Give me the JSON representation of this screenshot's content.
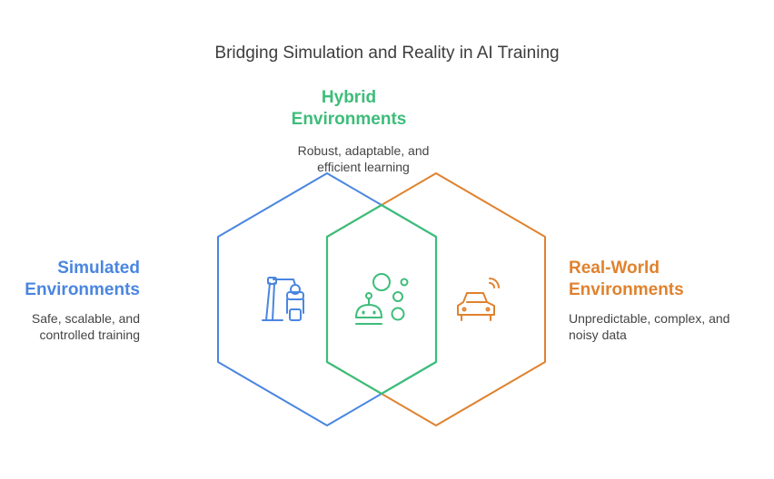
{
  "title": "Bridging Simulation and Reality in AI Training",
  "colors": {
    "simulated": "#4a86e0",
    "hybrid": "#3dbd7a",
    "real": "#e0822e"
  },
  "hybrid": {
    "heading_line1": "Hybrid",
    "heading_line2": "Environments",
    "desc_line1": "Robust, adaptable, and",
    "desc_line2": "efficient learning",
    "icon": "robot-bubbles-icon"
  },
  "simulated": {
    "heading_line1": "Simulated",
    "heading_line2": "Environments",
    "desc_line1": "Safe, scalable, and",
    "desc_line2": "controlled training",
    "icon": "robotic-arm-icon"
  },
  "real": {
    "heading_line1": "Real-World",
    "heading_line2": "Environments",
    "desc_line1": "Unpredictable, complex, and",
    "desc_line2": "noisy data",
    "icon": "connected-car-icon"
  }
}
